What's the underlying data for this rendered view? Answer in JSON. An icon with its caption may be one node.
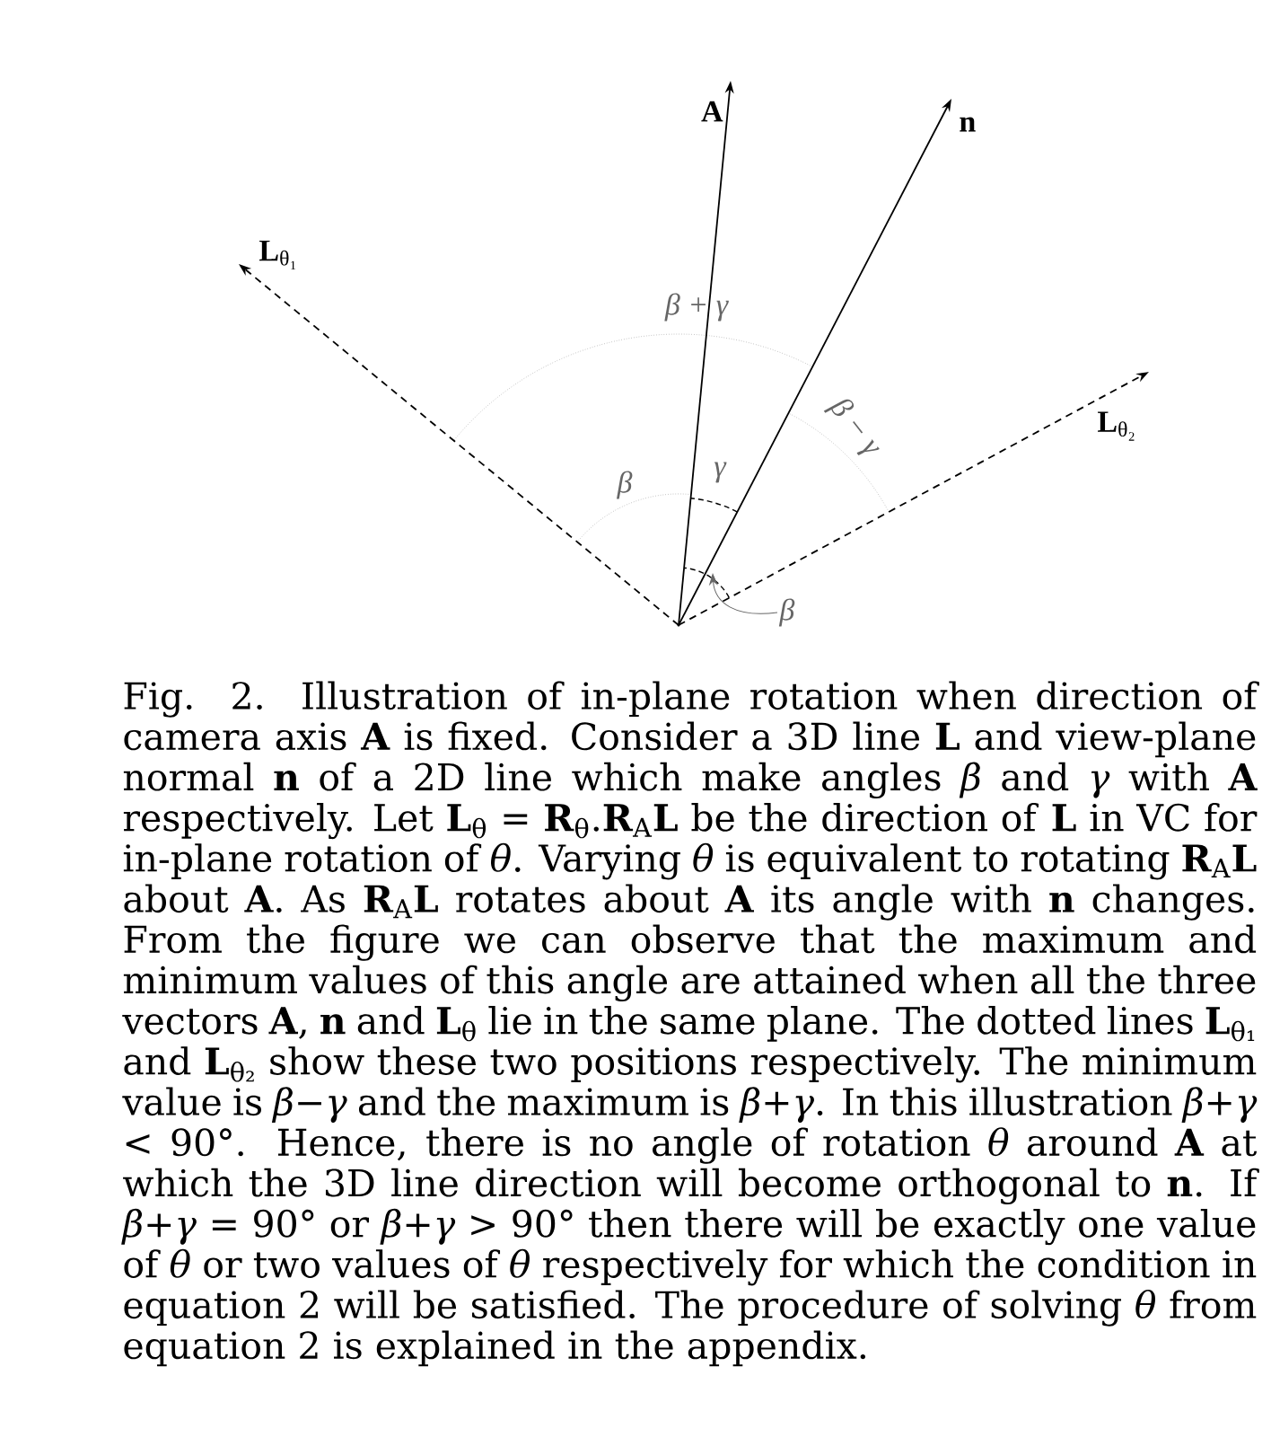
{
  "diagram": {
    "nodes": [
      {
        "text": [],
        "shape": "dot"
      },
      {
        "text": [
          "**A**"
        ]
      },
      {
        "text": [
          "**n**"
        ]
      },
      {
        "text": [
          "**L**$_{θ₁}$"
        ]
      },
      {
        "text": [
          "**L**$_{θ₂}$"
        ]
      },
      {
        "text": [
          "β"
        ]
      }
    ],
    "edges": [
      {
        "from": 0,
        "to": 1,
        "arrow": "to"
      },
      {
        "from": 0,
        "to": 2,
        "arrow": "to"
      },
      {
        "from": 0,
        "to": 3,
        "arrow": "to",
        "style": "dashed"
      },
      {
        "from": 0,
        "to": 4,
        "arrow": "to",
        "style": "dashed"
      },
      {
        "from": 5,
        "to": 0,
        "arrow": "to",
        "color": "#666666"
      }
    ],
    "labels": [
      "β + γ",
      "β − γ",
      "β",
      "γ"
    ],
    "caption": "Fig. 2.   Illustration of in-plane rotation when direction of camera axis **A** is fixed. Consider a 3D line **L** and view-plane normal **n** of a 2D line which make angles *β* and *γ* with **A** respectively. Let **L**$_{θ}$ = **R**$_{θ}$.**R**$_{A}$**L** be the direction of **L** in VC for in-plane rotation of *θ*. Varying *θ* is equivalent to rotating **R**$_{A}$**L** about **A**. As **R**$_{A}$**L** rotates about **A** its angle with **n** changes. From the figure we can observe that the maximum and minimum values of this angle are attained when all the three vectors **A**, **n** and **L**$_{θ}$ lie in the same plane. The dotted lines **L**$_{θ₁}$ and **L**$_{θ₂}$ show these two positions respectively. The minimum value is *β*−*γ* and the maximum is *β*+*γ*. In this illustration *β*+*γ* < 90°. Hence, there is no angle of rotation *θ* around **A** at which the 3D line direction will become orthogonal to **n**. If *β*+*γ* = 90° or *β*+*γ* > 90° then there will be exactly one value of *θ* or two values of *θ* respectively for which the condition in equation 2 will be satisfied. The procedure of solving *θ* from equation 2 is explained in the appendix."
  }
}
